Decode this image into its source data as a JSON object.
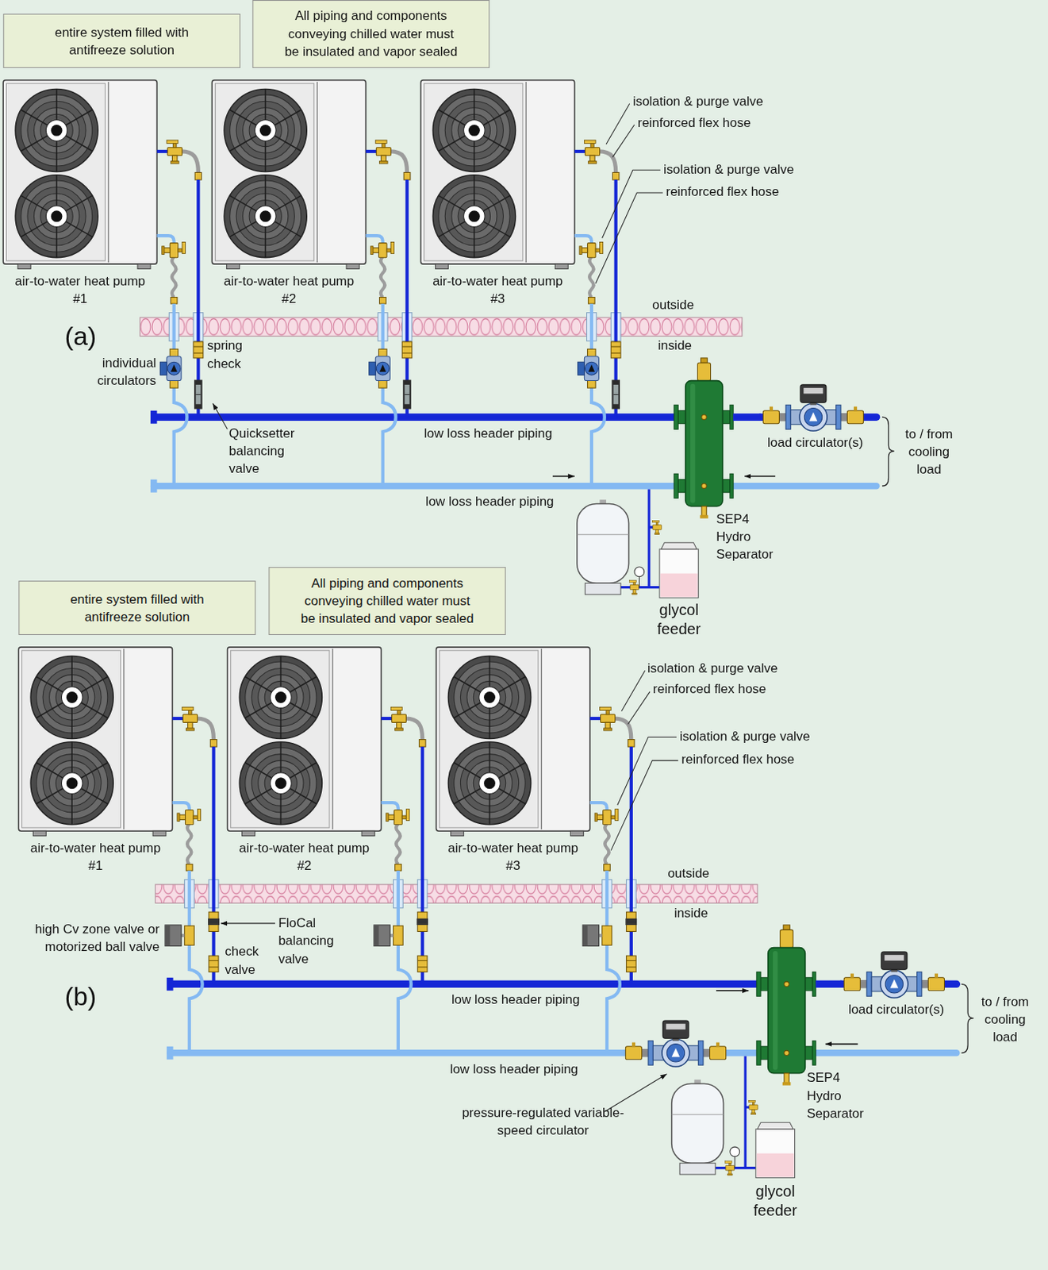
{
  "diagram": {
    "nodes": [
      {
        "text": [
          "entire system filled with antifreeze solution"
        ]
      },
      {
        "text": [
          "All piping and components conveying chilled water must be insulated and vapor sealed"
        ]
      },
      {
        "text": [
          "air-to-water heat pump #1"
        ]
      },
      {
        "text": [
          "air-to-water heat pump #2"
        ]
      },
      {
        "text": [
          "air-to-water heat pump #3"
        ]
      },
      {
        "text": [
          "SEP4 Hydro Separator"
        ]
      },
      {
        "text": [
          "load circulator(s)"
        ]
      },
      {
        "text": [
          "glycol feeder"
        ]
      },
      {
        "text": [
          "entire system filled with antifreeze solution"
        ]
      },
      {
        "text": [
          "All piping and components conveying chilled water must be insulated and vapor sealed"
        ]
      },
      {
        "text": [
          "air-to-water heat pump #1"
        ]
      },
      {
        "text": [
          "air-to-water heat pump #2"
        ]
      },
      {
        "text": [
          "air-to-water heat pump #3"
        ]
      },
      {
        "text": [
          "SEP4 Hydro Separator"
        ]
      },
      {
        "text": [
          "load circulator(s)"
        ]
      },
      {
        "text": [
          "glycol feeder"
        ]
      }
    ],
    "edges": [
      {
        "from": 5,
        "to": 6,
        "arrow": "none"
      },
      {
        "from": 13,
        "to": 14,
        "arrow": "none"
      }
    ],
    "labels": [
      "isolation & purge valve",
      "reinforced flex hose",
      "isolation & purge valve",
      "reinforced flex hose",
      "outside",
      "(a)",
      "inside",
      "individual circulators",
      "spring check",
      "Quicksetter balancing valve",
      "low loss header piping",
      "low loss header piping",
      "to / from cooling load",
      "isolation & purge valve",
      "reinforced flex hose",
      "isolation & purge valve",
      "reinforced flex hose",
      "outside",
      "inside",
      "high Cv zone valve or motorized ball valve",
      "FloCal balancing valve",
      "check valve",
      "(b)",
      "low loss header piping",
      "low loss header piping",
      "to / from cooling load",
      "pressure-regulated variable-speed circulator"
    ]
  }
}
